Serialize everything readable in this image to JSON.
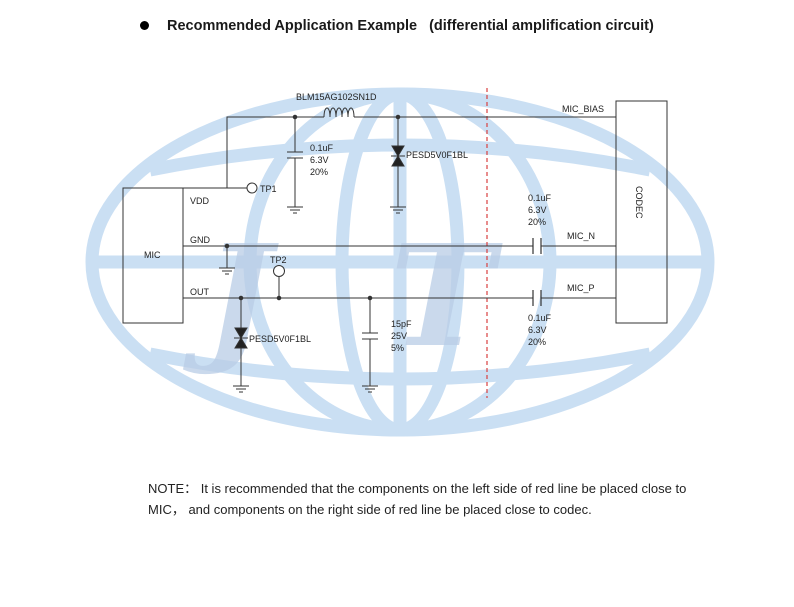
{
  "heading": {
    "title": "Recommended Application Example",
    "subtitle": "(differential amplification circuit)"
  },
  "blocks": {
    "mic": "MIC",
    "codec": "CODEC"
  },
  "mic_pins": {
    "vdd": "VDD",
    "gnd": "GND",
    "out": "OUT"
  },
  "codec_pins": {
    "bias": "MIC_BIAS",
    "n": "MIC_N",
    "p": "MIC_P"
  },
  "components": {
    "ferrite": "BLM15AG102SN1D",
    "tp1": "TP1",
    "tp2": "TP2",
    "cap_vdd": [
      "0.1uF",
      "6.3V",
      "20%"
    ],
    "tvs_top": "PESD5V0F1BL",
    "tvs_bottom": "PESD5V0F1BL",
    "cap_out": [
      "15pF",
      "25V",
      "5%"
    ],
    "cap_n": [
      "0.1uF",
      "6.3V",
      "20%"
    ],
    "cap_p": [
      "0.1uF",
      "6.3V",
      "20%"
    ]
  },
  "colors": {
    "wire": "#333333",
    "divider": "#d94040",
    "watermark": "#c5dcf2",
    "watermark_letters": "#b9cde6"
  },
  "note": {
    "line1": "NOTE：  It is recommended that the components on the left side of red line be placed close to",
    "line2": "MIC，  and components on the right side of red line be placed close to codec."
  }
}
